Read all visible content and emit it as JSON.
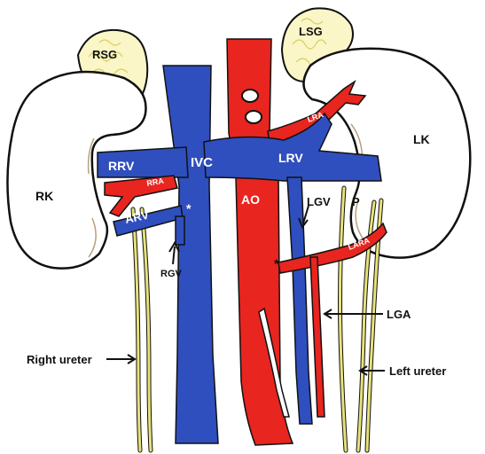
{
  "labels": {
    "rsg": "RSG",
    "lsg": "LSG",
    "rk": "RK",
    "lk": "LK",
    "rrv": "RRV",
    "ivc": "IVC",
    "lrv": "LRV",
    "lra": "LRA",
    "rra": "RRA",
    "arv": "ARV",
    "star1": "*",
    "ao": "AO",
    "lgv": "LGV",
    "p": "P",
    "lara": "LARA",
    "rgv": "RGV",
    "star2": "*",
    "lga": "LGA",
    "right_ureter": "Right ureter",
    "left_ureter": "Left ureter"
  },
  "colors": {
    "vein": "#2f4fbf",
    "artery": "#e8251f",
    "ureter": "#e8e27a",
    "gland": "#fbf6c8",
    "outline": "#111111",
    "kidney_fill": "#ffffff"
  }
}
